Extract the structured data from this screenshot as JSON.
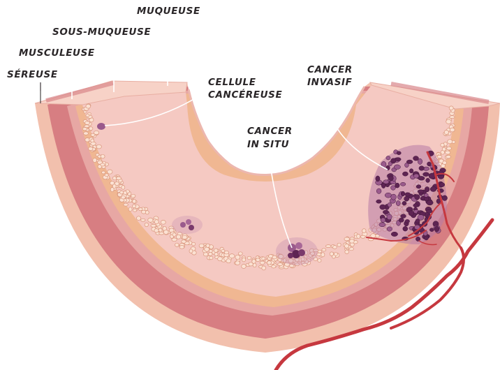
{
  "labels": {
    "muqueuse": "MUQUEUSE",
    "sous_muqueuse": "SOUS-MUQUEUSE",
    "musculeuse": "MUSCULEUSE",
    "sereuse": "SÉREUSE",
    "cellule_line1": "CELLULE",
    "cellule_line2": "CANCÉREUSE",
    "insitu_line1": "CANCER",
    "insitu_line2": "IN SITU",
    "invasif_line1": "CANCER",
    "invasif_line2": "INVASIF"
  },
  "colors": {
    "serosa": "#f2c0ad",
    "muscle": "#d77e82",
    "muscle_inner": "#e7a7a4",
    "submucosa": "#f0b792",
    "mucosa": "#f5c9c2",
    "cell_fill": "#fbe1d2",
    "cancer_dark": "#5e2453",
    "cancer_mid": "#9a5a8c",
    "vessel": "#c6383f"
  }
}
